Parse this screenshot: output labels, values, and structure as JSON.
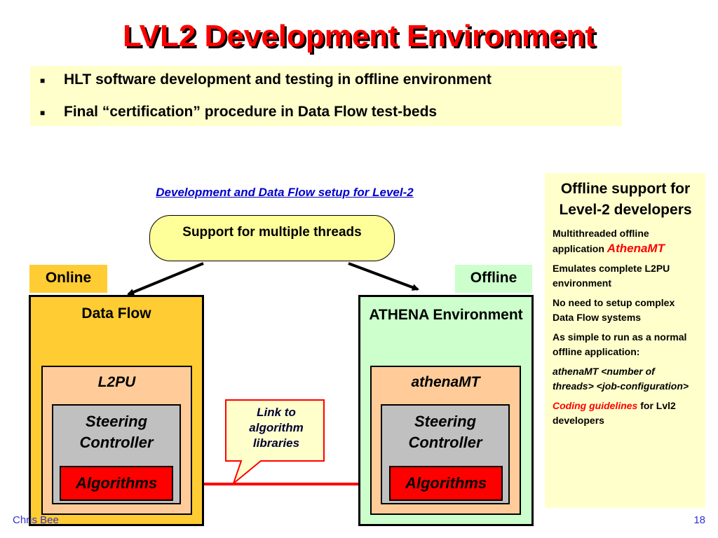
{
  "slide": {
    "title": "LVL2 Development Environment",
    "bullets": [
      "HLT software development and testing in offline environment",
      "Final “certification” procedure in  Data Flow test-beds"
    ]
  },
  "diagram": {
    "caption": "Development and Data Flow setup for Level-2",
    "threads_box": "Support for multiple threads",
    "online_tag": "Online",
    "offline_tag": "Offline",
    "left": {
      "outer_title": "Data Flow",
      "mid_title": "L2PU",
      "steering": "Steering Controller",
      "algorithms": "Algorithms"
    },
    "right": {
      "outer_title": "ATHENA Environment",
      "mid_title": "athenaMT",
      "steering": "Steering Controller",
      "algorithms": "Algorithms"
    },
    "link_callout": "Link to algorithm libraries"
  },
  "sidebar": {
    "title": "Offline support for Level-2 developers",
    "p1_text": "Multithreaded offline application ",
    "p1_highlight": "AthenaMT",
    "p2": "Emulates complete L2PU environment",
    "p3": "No need to setup complex Data Flow systems",
    "p4": "As simple to run as a normal offline application:",
    "p5": "athenaMT <number of threads> <job-configuration>",
    "p6_highlight": "Coding guidelines",
    "p6_text": " for Lvl2 developers"
  },
  "footer": {
    "author": "Chris Bee",
    "page": "18"
  },
  "colors": {
    "title": "#ff0000",
    "online": "#ffcc33",
    "offline": "#ccffcc",
    "algorithms": "#ff0000",
    "panel": "#ffffcc"
  }
}
